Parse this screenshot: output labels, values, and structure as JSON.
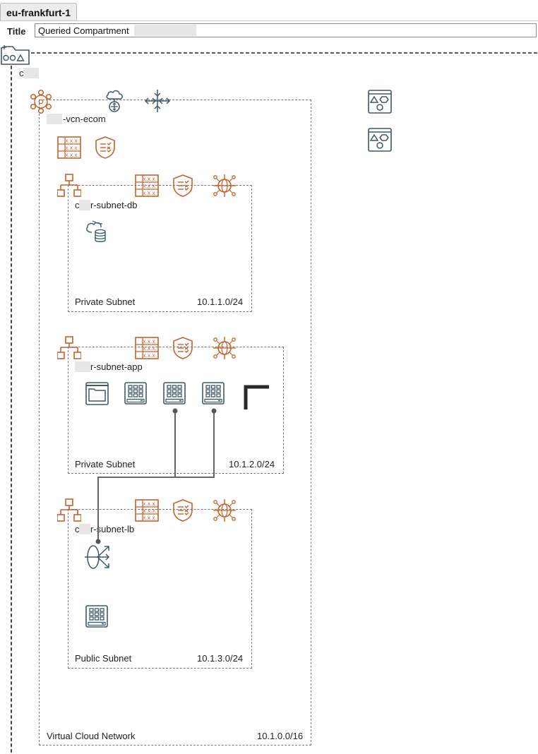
{
  "region": {
    "tab_label": "eu-frankfurt-1"
  },
  "header": {
    "title_label": "Title",
    "title_value": "Queried Compartment"
  },
  "compartment": {
    "name": "c"
  },
  "vcn": {
    "name": "-vcn-ecom",
    "type_label": "Virtual Cloud Network",
    "cidr": "10.1.0.0/16"
  },
  "subnets": [
    {
      "name": "r-subnet-db",
      "name_prefix": "c",
      "type_label": "Private Subnet",
      "cidr": "10.1.1.0/24"
    },
    {
      "name": "r-subnet-app",
      "name_prefix": "",
      "type_label": "Private Subnet",
      "cidr": "10.1.2.0/24"
    },
    {
      "name": "r-subnet-lb",
      "name_prefix": "c",
      "type_label": "Public Subnet",
      "cidr": "10.1.3.0/24"
    }
  ],
  "icons": {
    "compartment": "compartment-icon",
    "vcn": "vcn-icon",
    "internet_gateway": "internet-gateway-icon",
    "service_gateway": "service-gateway-icon",
    "route_table": "route-table-icon",
    "security_list": "security-list-icon",
    "subnet": "subnet-icon",
    "dhcp_options": "dhcp-options-icon",
    "database": "database-icon",
    "instance": "instance-icon",
    "load_balancer": "load-balancer-icon",
    "instance_pool": "instance-pool-icon"
  },
  "colors": {
    "network_orange": "#c4622d",
    "compute_slate": "#3f5966",
    "dashed_border": "#777777",
    "connector": "#666666"
  }
}
